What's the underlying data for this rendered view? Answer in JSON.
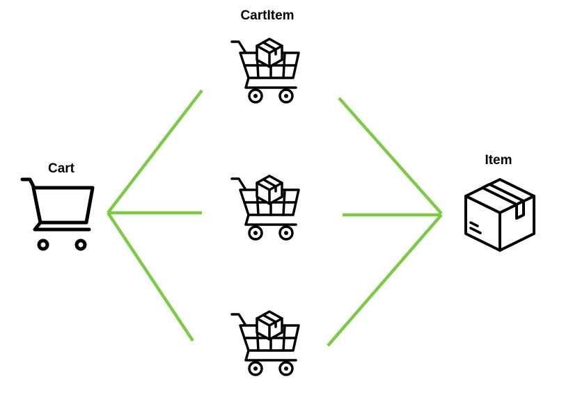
{
  "nodes": {
    "cart": {
      "label": "Cart",
      "icon": "shopping-cart-icon"
    },
    "cart_item": {
      "label": "CartItem",
      "icon": "cart-with-box-icon"
    },
    "item": {
      "label": "Item",
      "icon": "package-box-icon"
    }
  },
  "colors": {
    "connector": "#7dcb45",
    "icon": "#000000",
    "background": "#ffffff"
  }
}
